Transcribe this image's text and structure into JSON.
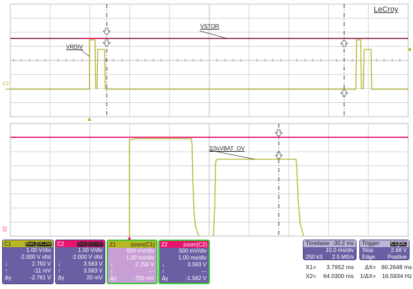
{
  "brand": "LeCroy",
  "colors": {
    "c1_trace": "#b8b820",
    "c2_trace": "#e8146e",
    "vstor_trace": "#8a1040",
    "grid": "#c8c8c8",
    "box_purple": "#6a5fa3",
    "box_light_purple": "#c79fd4",
    "zoom_border": "#3ec43e"
  },
  "top_panel": {
    "labels": {
      "vstor": "VSTOR",
      "vrdiv": "VRDIV"
    },
    "channel_marker": "C2"
  },
  "bottom_panel": {
    "labels": {
      "vbat": "2/3xVBAT_OV"
    },
    "channel_marker": "Z2"
  },
  "channels": [
    {
      "id": "C1",
      "badges": [
        "BwL",
        "DC1M"
      ],
      "vdiv": "1.00 V/div",
      "offset": "-2.000 V ofst",
      "cursor_down": "2.750 V",
      "cursor_up": "-11 mV",
      "dy_label": "Δy",
      "dy": "-2.761 V"
    },
    {
      "id": "C2",
      "badges": [
        "BwL",
        "DC1M"
      ],
      "vdiv": "1.00 V/div",
      "offset": "-2.000 V ofst",
      "cursor_down": "3.563 V",
      "cursor_up": "3.583 V",
      "dy_label": "Δy",
      "dy": "20 mV"
    },
    {
      "id": "Z1",
      "title": "zoom(C1)",
      "vdiv": "500 mV/div",
      "offset": "1.00 ms/div",
      "cursor_down": "2.750 V",
      "cursor_up": "---",
      "dy_label": "Δy",
      "dy": "-750 mV"
    },
    {
      "id": "Z2",
      "title": "zoom(C2)",
      "vdiv": "500 mV/div",
      "offset": "1.00 ms/div",
      "cursor_down": "3.563 V",
      "cursor_up": "---",
      "dy_label": "Δy",
      "dy": "-1.562 V"
    }
  ],
  "timebase": {
    "label": "Timebase",
    "delay": "-30.2 ms",
    "tdiv": "10.0 ms/div",
    "samples": "250 kS",
    "rate": "2.5 MS/s"
  },
  "trigger": {
    "label": "Trigger",
    "badges": [
      "C1",
      "DC"
    ],
    "mode": "Stop",
    "level": "2.68 V",
    "type": "Edge",
    "slope": "Positive"
  },
  "cursors": {
    "x1_label": "X1=",
    "x1": "3.7652 ms",
    "dx_label": "ΔX=",
    "dx": "60.2648 ms",
    "x2_label": "X2=",
    "x2": "64.0300 ms",
    "inv_dx_label": "1/ΔX=",
    "inv_dx": "16.5934 Hz"
  }
}
